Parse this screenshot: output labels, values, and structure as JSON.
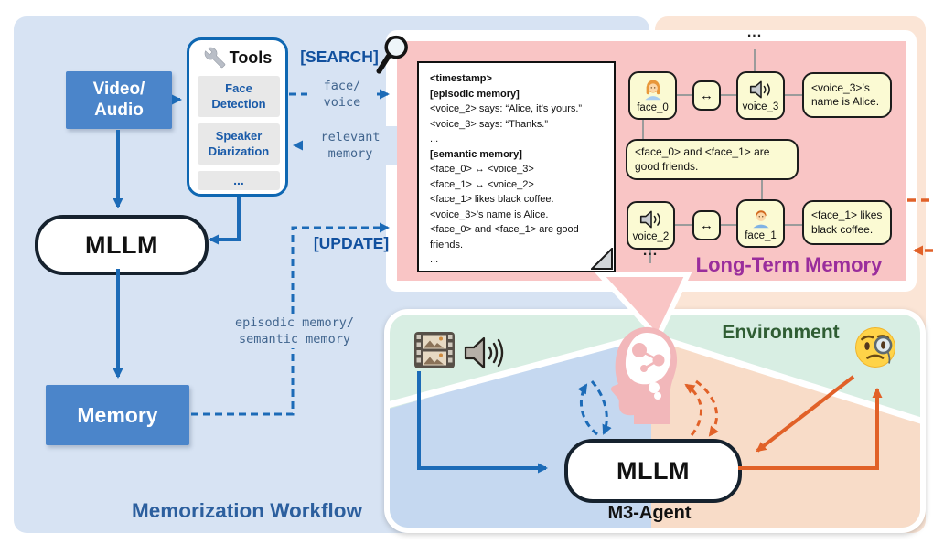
{
  "colors": {
    "panel_blue": "#d7e3f3",
    "panel_peach": "#fbe5d6",
    "ltm_pink": "#f9c5c5",
    "node_yellow": "#fbfad3",
    "accent_blue": "#1c6bb7",
    "deep_blue": "#11509e",
    "box_blue": "#4b85ca",
    "orange": "#e16128",
    "purple": "#9a2d9c",
    "env_green_text": "#2f5d33",
    "workflow_title_blue": "#2c5f9e"
  },
  "memorization": {
    "title": "Memorization Workflow",
    "video_audio": "Video/\nAudio",
    "tools_title": "Tools",
    "tool_items": [
      "Face\nDetection",
      "Speaker\nDiarization",
      "..."
    ],
    "mllm": "MLLM",
    "memory": "Memory",
    "search": "[SEARCH]",
    "update": "[UPDATE]",
    "face_voice": "face/\nvoice",
    "relevant_memory": "relevant\nmemory",
    "episodic_semantic": "episodic memory/\nsemantic memory"
  },
  "long_term_memory": {
    "title": "Long-Term Memory",
    "note_lines": [
      "<timestamp>",
      "[episodic memory]",
      "<voice_2> says: “Alice, it’s yours.”",
      "<voice_3> says: “Thanks.”",
      "...",
      "[semantic memory]",
      "<face_0> ↔ <voice_3>",
      "<face_1> ↔ <voice_2>",
      "<face_1> likes black coffee.",
      "<voice_3>’s name is Alice.",
      "<face_0> and <face_1> are good friends.",
      "..."
    ],
    "graph": {
      "ellipsis_top": "...",
      "ellipsis_bottom": "...",
      "face_0": "face_0",
      "voice_3": "voice_3",
      "voice_2": "voice_2",
      "face_1": "face_1",
      "relation": "↔",
      "ann_voice3": "<voice_3>’s name is Alice.",
      "ann_friends": "<face_0> and <face_1> are good friends.",
      "ann_face1": "<face_1> likes black coffee."
    }
  },
  "agent": {
    "environment": "Environment",
    "mllm": "MLLM",
    "caption": "M3-Agent"
  }
}
